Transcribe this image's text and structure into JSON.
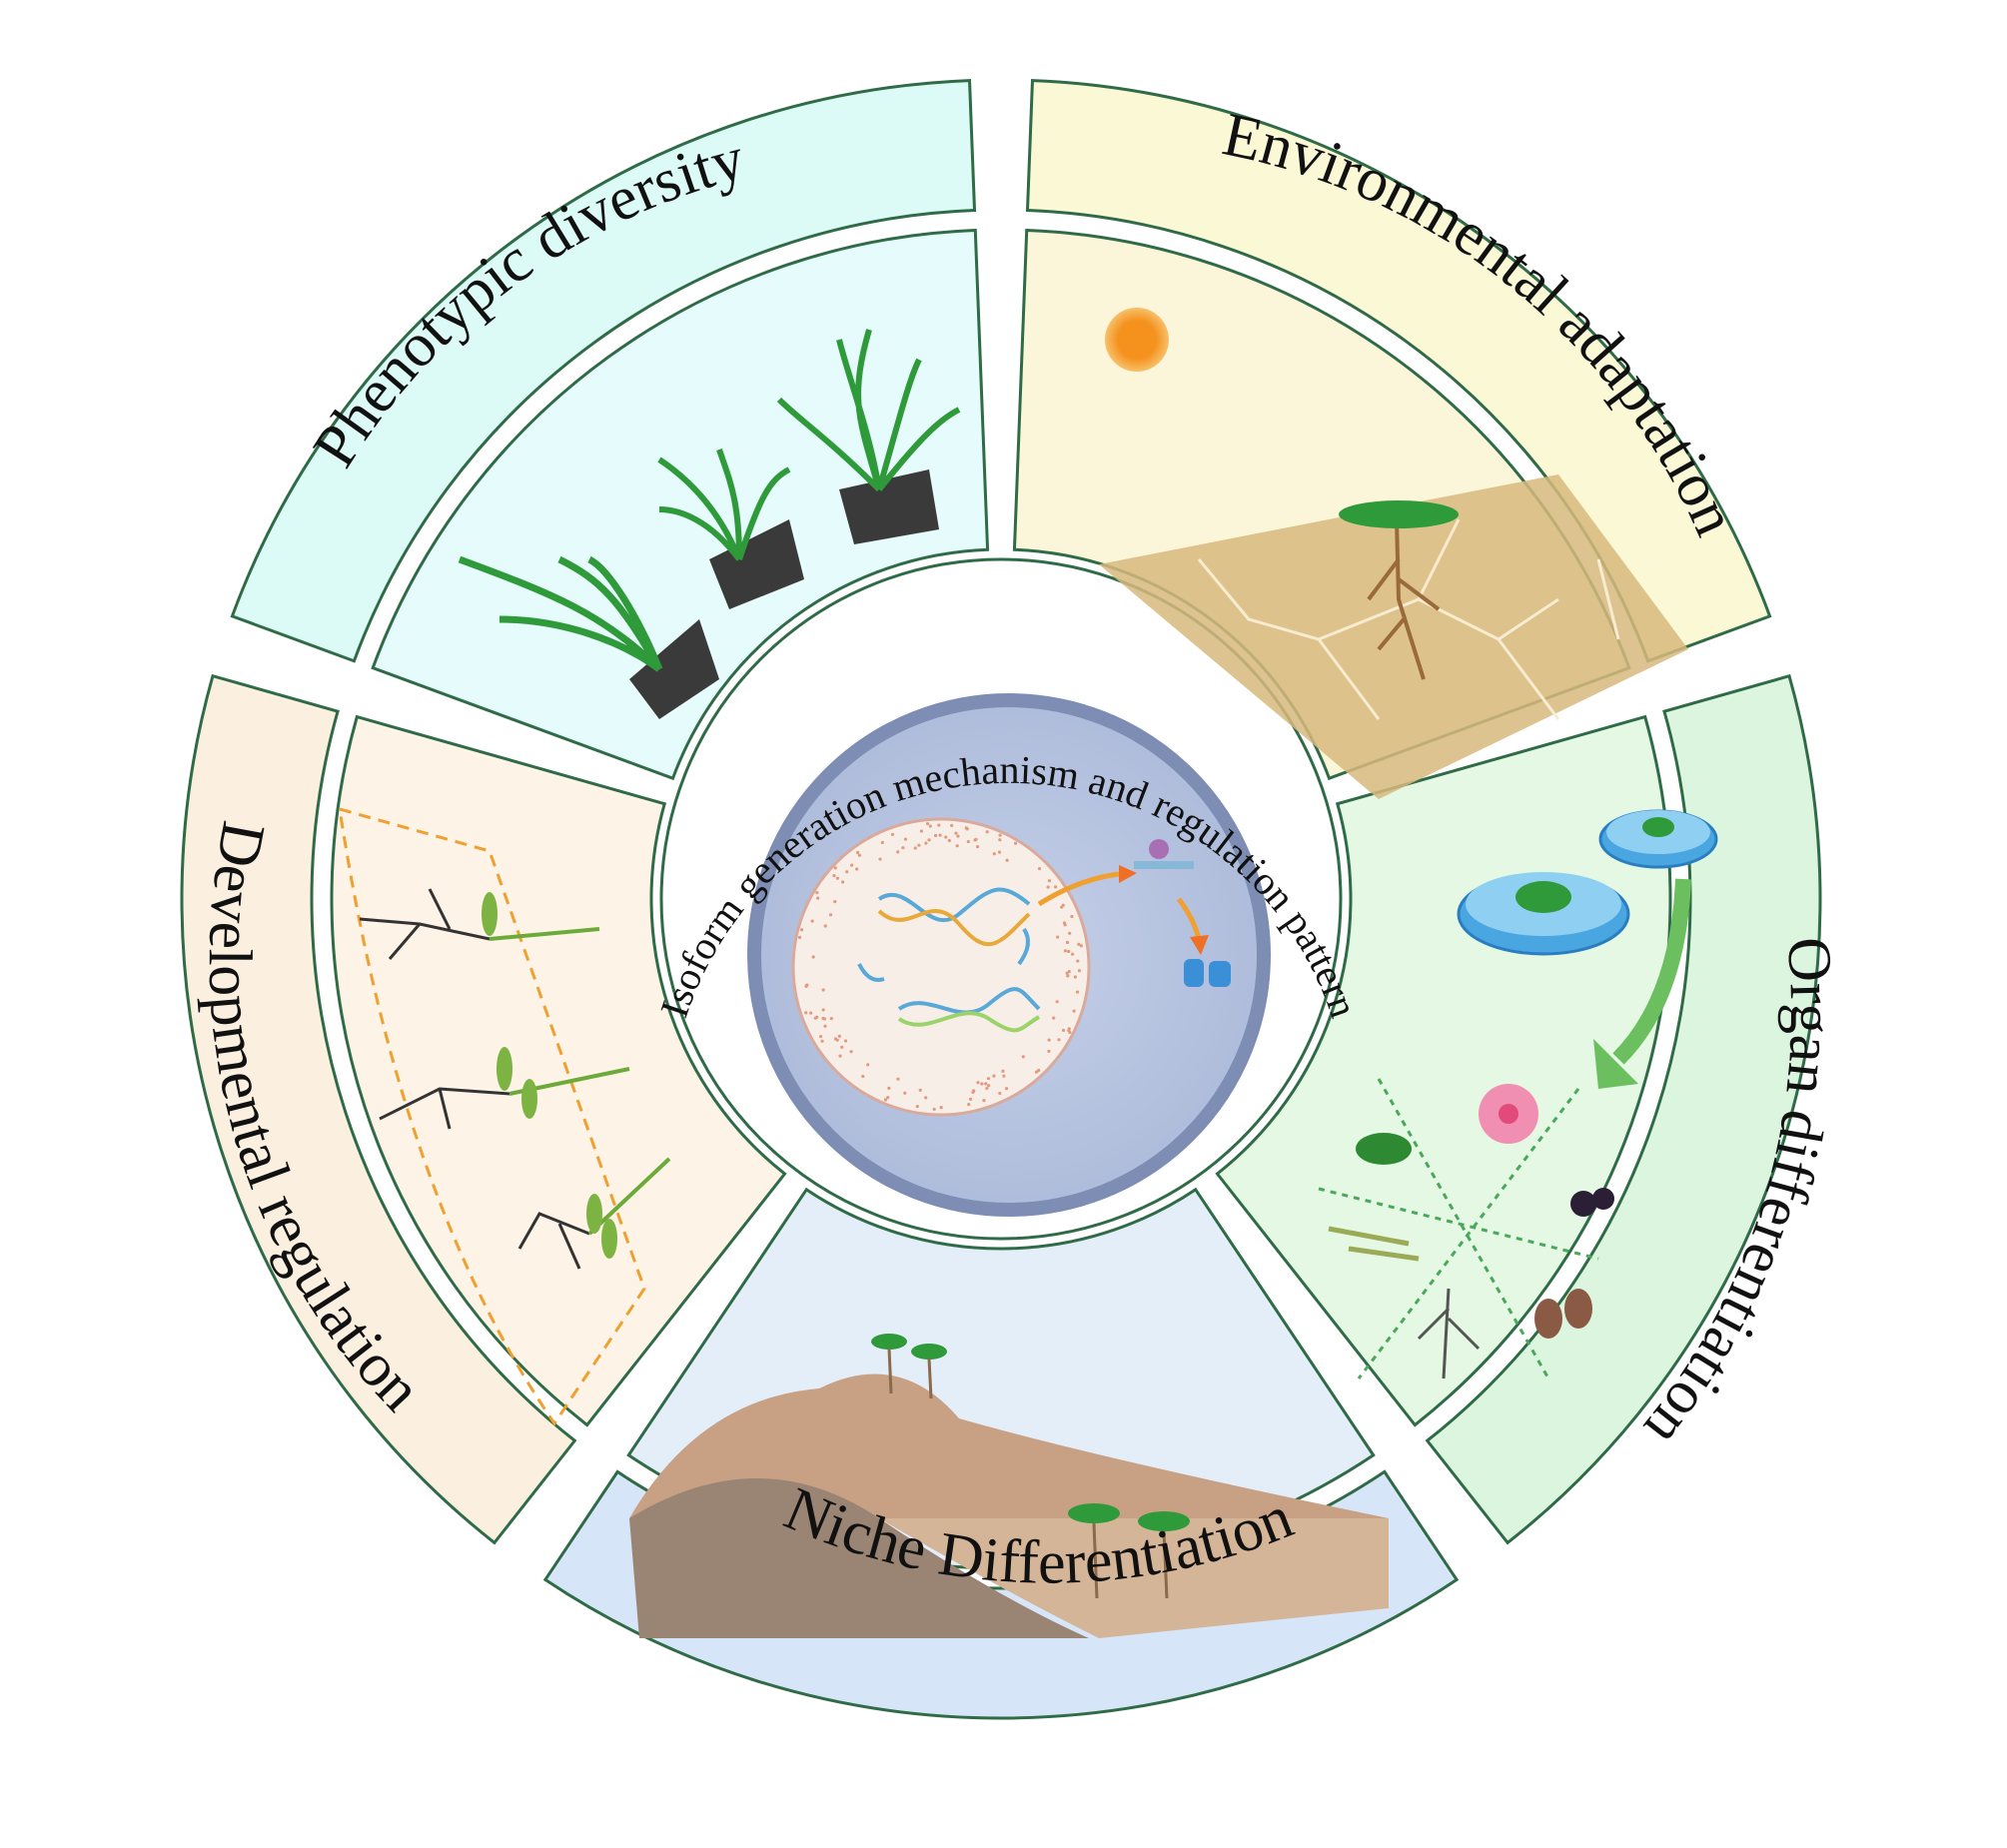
{
  "center": {
    "title": "Isoform generation mechanism and regulation pattern"
  },
  "segments": [
    {
      "key": "phenotypic",
      "label": "Phenotypic diversity",
      "band_color": "#dcfaf6",
      "panel_color": "#e6fbfb"
    },
    {
      "key": "environmental",
      "label": "Environmental adaptation",
      "band_color": "#fbf8d6",
      "panel_color": "#fbf6da"
    },
    {
      "key": "organ",
      "label": "Organ differentiation",
      "band_color": "#dcf5de",
      "panel_color": "#e4f8e4"
    },
    {
      "key": "niche",
      "label": "Niche Differentiation",
      "band_color": "#d6e6f8",
      "panel_color": "#e4eef9"
    },
    {
      "key": "developmental",
      "label": "Developmental regulation",
      "band_color": "#fbf0df",
      "panel_color": "#fdf3e6"
    }
  ],
  "colors": {
    "ring_stroke": "#2f6b47",
    "cell_outer": "#7d8db3",
    "cell_fill": "#b9c6e0",
    "nucleus": "#f8eee8",
    "sun": "#f5921e",
    "soil": "#d7b87d",
    "pot": "#3a3a3a",
    "leaf": "#2e9a3a",
    "hill_light": "#c8a083",
    "hill_dark": "#9a8474"
  },
  "icons": [
    "sun-icon",
    "plant-pot-icon",
    "petri-dish-icon",
    "flower-icon",
    "leaf-icon",
    "berry-icon",
    "seed-icon",
    "root-icon",
    "dna-icon",
    "protein-icon",
    "arrow-icon"
  ]
}
